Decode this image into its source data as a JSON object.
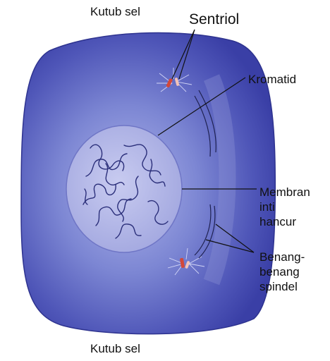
{
  "labels": {
    "pole_top": "Kutub sel",
    "pole_bottom": "Kutub sel",
    "centriole": "Sentriol",
    "chromatid": "Kromatid",
    "membrane": [
      "Membran",
      "inti",
      "hancur"
    ],
    "spindle": [
      "Benang-",
      "benang",
      "spindel"
    ]
  },
  "colors": {
    "cell_outer": "#3a3fa6",
    "cell_inner": "#7c86d3",
    "nucleus": "#b4b8e8",
    "chromatin": "#2b2f7a",
    "centriole": "#d2483a",
    "leader_line": "#111111"
  }
}
